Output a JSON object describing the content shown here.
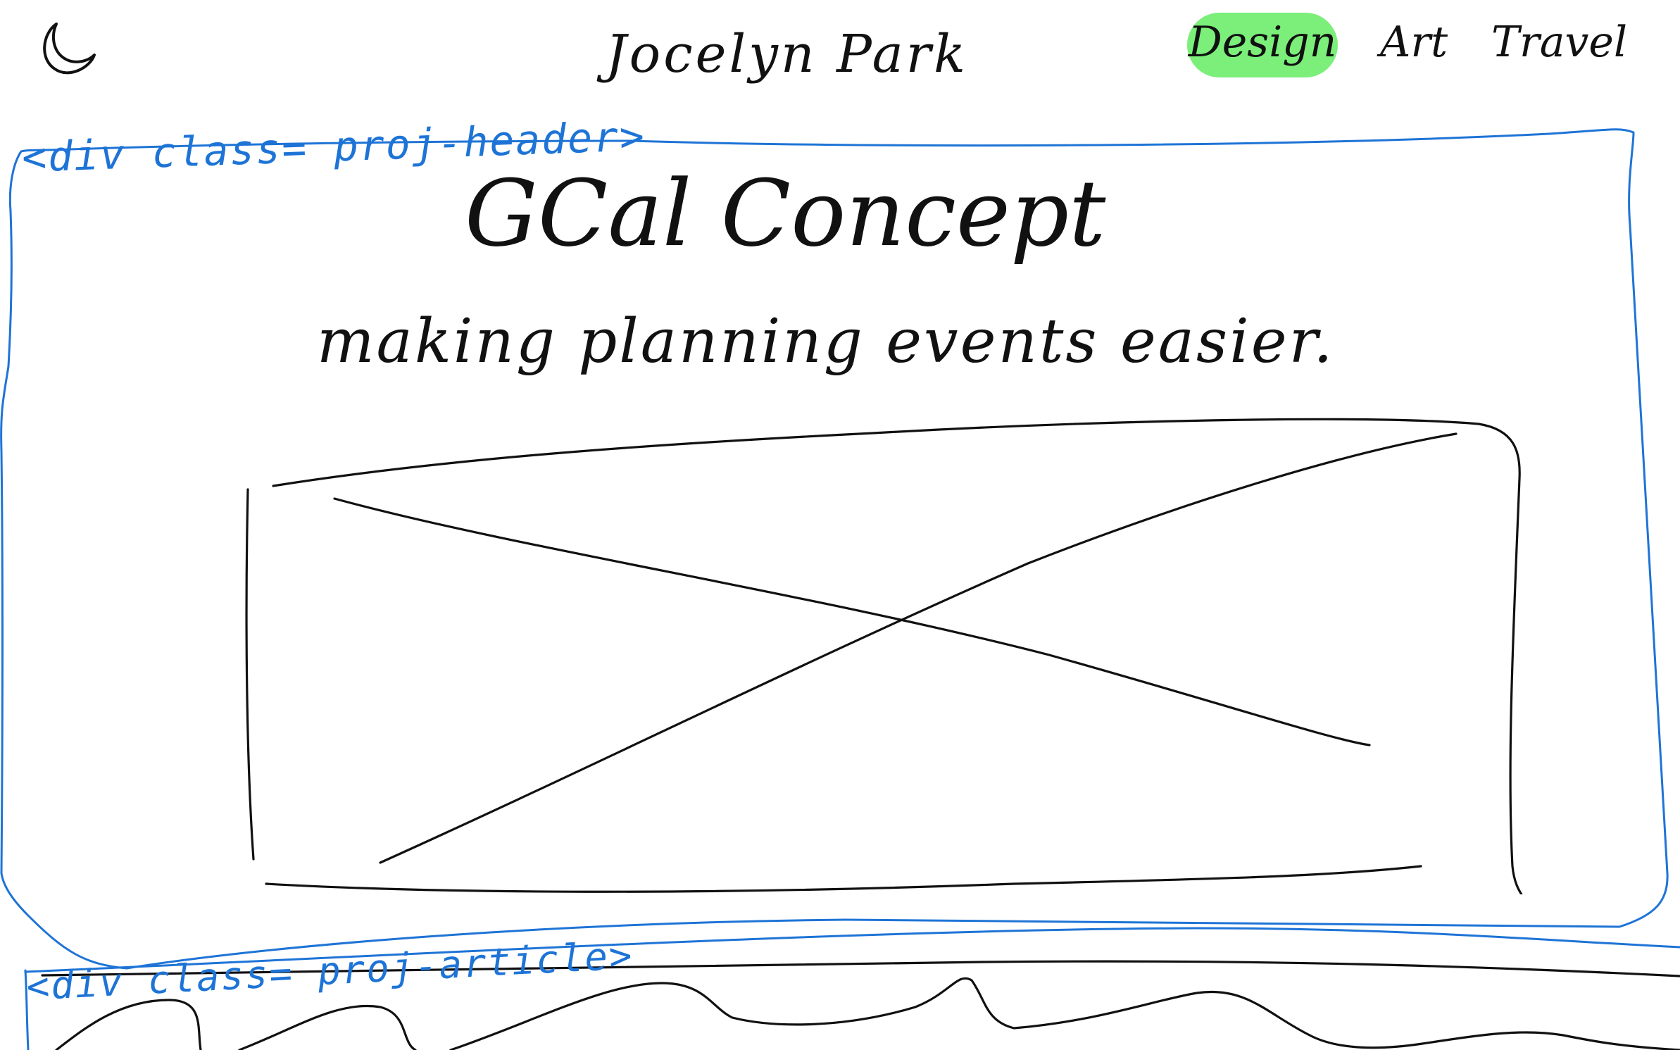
{
  "header": {
    "logo_icon": "moon-icon",
    "site_name": "Jocelyn Park",
    "nav": [
      {
        "label": "Design",
        "active": true
      },
      {
        "label": "Art",
        "active": false
      },
      {
        "label": "Travel",
        "active": false
      }
    ],
    "active_highlight_color": "#7bef7a"
  },
  "annotations": {
    "header_div": "<div class= proj-header>",
    "article_div": "<div class= proj-article>",
    "color": "#1e74d6"
  },
  "project_header": {
    "title": "GCal Concept",
    "subtitle": "making planning events easier.",
    "image_placeholder_icon": "image-placeholder-x-icon"
  }
}
